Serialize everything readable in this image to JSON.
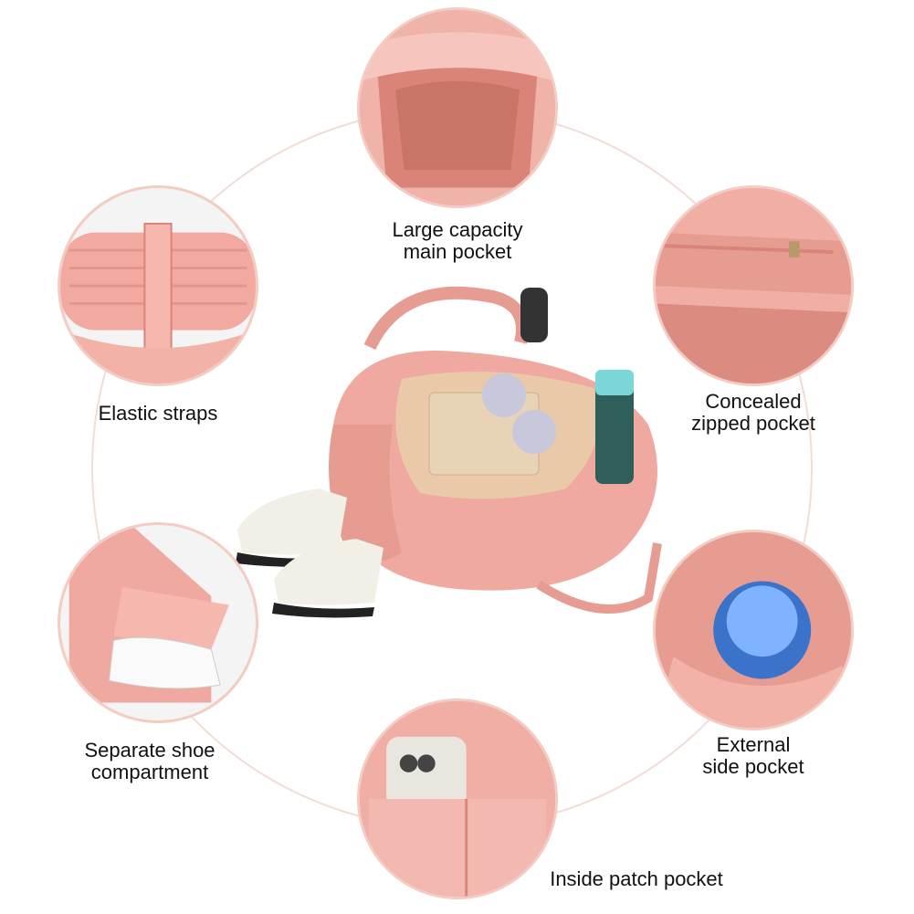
{
  "features": [
    {
      "id": "main-pocket",
      "line1": "Large capacity",
      "line2": "main pocket",
      "icon": "bag-interior-image"
    },
    {
      "id": "elastic-straps",
      "line1": "Elastic straps",
      "line2": "",
      "icon": "yoga-mat-strap-image"
    },
    {
      "id": "zipped-pocket",
      "line1": "Concealed",
      "line2": "zipped pocket",
      "icon": "zipper-pocket-image"
    },
    {
      "id": "shoe-compartment",
      "line1": "Separate shoe",
      "line2": "compartment",
      "icon": "shoe-compartment-image"
    },
    {
      "id": "side-pocket",
      "line1": "External",
      "line2": "side pocket",
      "icon": "bottle-side-pocket-image"
    },
    {
      "id": "patch-pocket",
      "line1": "Inside patch pocket",
      "line2": "",
      "icon": "phone-patch-pocket-image"
    }
  ],
  "colors": {
    "bag_pink": "#f0a9a0",
    "bag_shadow": "#d98379",
    "ring": "#f1dcd6",
    "label_text": "#111111"
  }
}
